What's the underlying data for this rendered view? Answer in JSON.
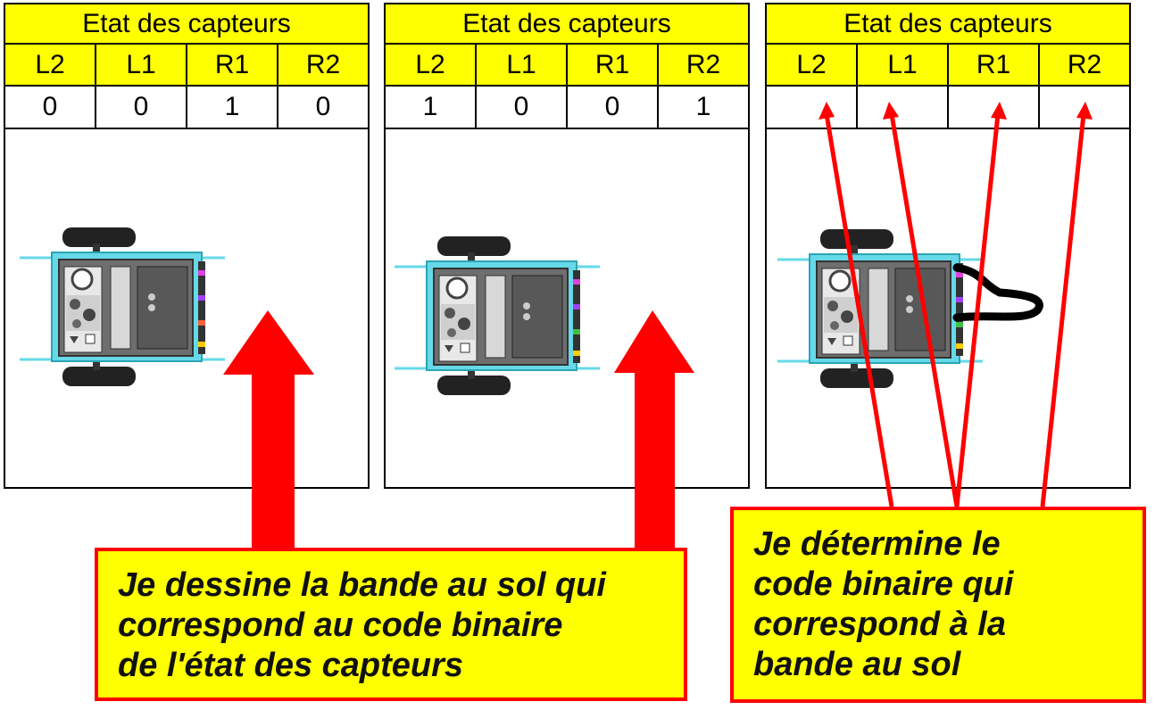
{
  "panels": [
    {
      "title": "Etat des capteurs",
      "headers": [
        "L2",
        "L1",
        "R1",
        "R2"
      ],
      "values": [
        "0",
        "0",
        "1",
        "0"
      ]
    },
    {
      "title": "Etat des capteurs",
      "headers": [
        "L2",
        "L1",
        "R1",
        "R2"
      ],
      "values": [
        "1",
        "0",
        "0",
        "1"
      ]
    },
    {
      "title": "Etat des capteurs",
      "headers": [
        "L2",
        "L1",
        "R1",
        "R2"
      ],
      "values": [
        "",
        "",
        "",
        ""
      ]
    }
  ],
  "callout_left": {
    "lines": [
      "Je dessine la bande au sol qui",
      "correspond au code binaire",
      "de l'état des capteurs"
    ]
  },
  "callout_right": {
    "lines": [
      "Je détermine le",
      "code binaire qui",
      "correspond à la",
      "bande au sol"
    ]
  },
  "colors": {
    "yellow": "#ffff00",
    "red": "#ff0000",
    "robot_body": "#66d9e8",
    "line": "#000000"
  }
}
